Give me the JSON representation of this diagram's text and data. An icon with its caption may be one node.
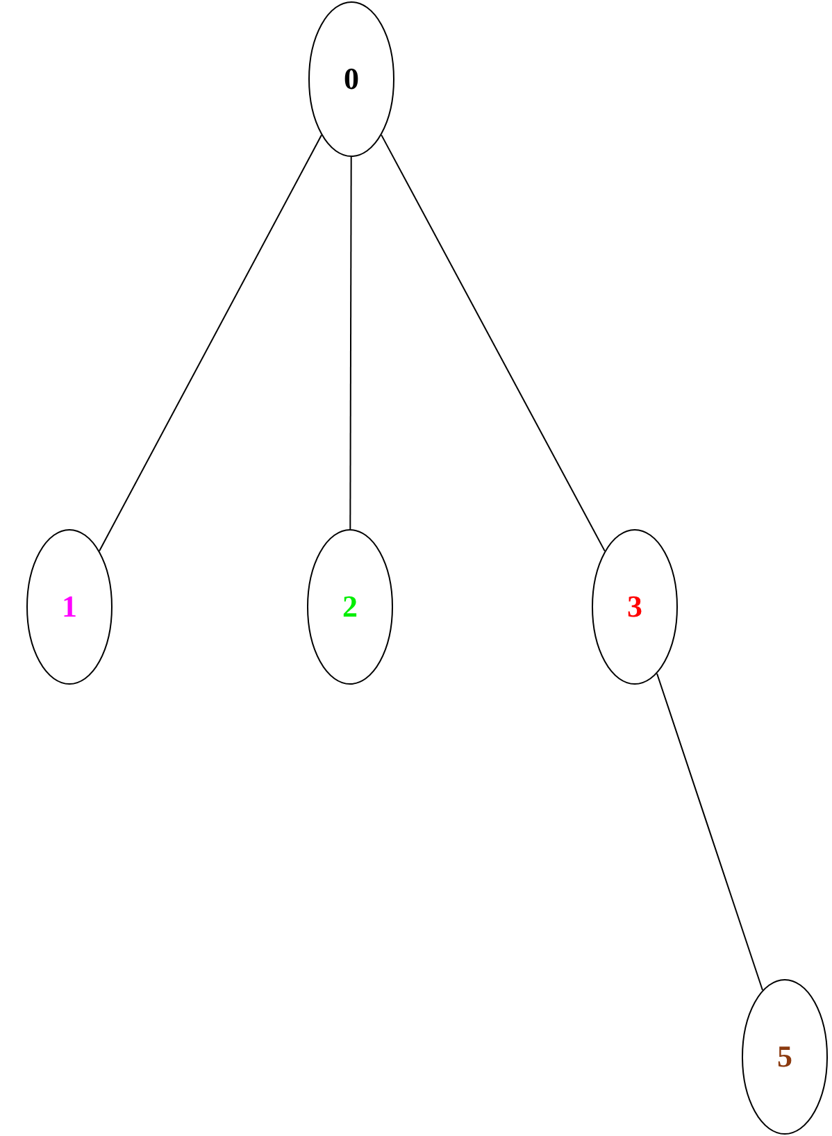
{
  "diagram": {
    "nodes": [
      {
        "text": [
          "0"
        ]
      },
      {
        "text": [
          "1"
        ]
      },
      {
        "text": [
          "2"
        ]
      },
      {
        "text": [
          "3"
        ]
      },
      {
        "text": [
          "5"
        ]
      }
    ],
    "edges": [
      {
        "from": 0,
        "to": 1,
        "arrow": "none"
      },
      {
        "from": 0,
        "to": 2,
        "arrow": "none"
      },
      {
        "from": 0,
        "to": 3,
        "arrow": "none"
      },
      {
        "from": 3,
        "to": 4,
        "arrow": "none"
      }
    ]
  }
}
